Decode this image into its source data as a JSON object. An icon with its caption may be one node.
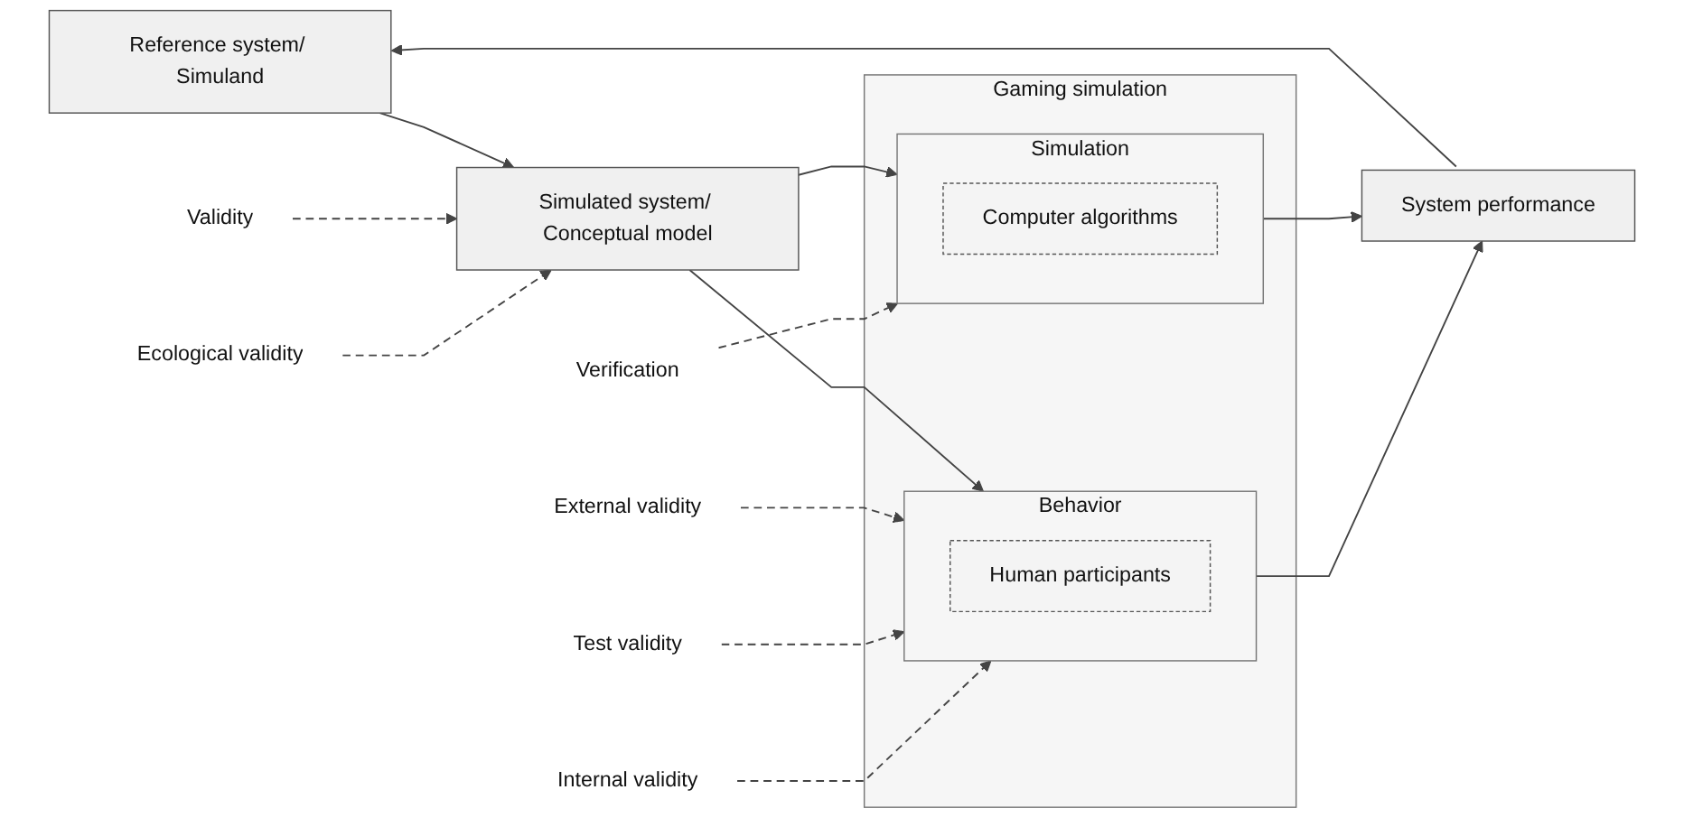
{
  "diagram": {
    "nodes": [
      {
        "text": [
          "Reference system/ Simuland"
        ]
      },
      {
        "text": [
          "Validity"
        ]
      },
      {
        "text": [
          "Simulated system/ Conceptual model"
        ]
      },
      {
        "text": [
          "Ecological validity"
        ]
      },
      {
        "text": [
          "Verification"
        ]
      },
      {
        "text": [
          "Gaming simulation"
        ]
      },
      {
        "text": [
          "Simulation"
        ],
        "in": 5
      },
      {
        "text": [
          "Computer algorithms"
        ],
        "in": 6
      },
      {
        "text": [
          "Behavior"
        ],
        "in": 5
      },
      {
        "text": [
          "Human participants"
        ],
        "in": 8
      },
      {
        "text": [
          "External validity"
        ]
      },
      {
        "text": [
          "Test validity"
        ]
      },
      {
        "text": [
          "Internal validity"
        ]
      },
      {
        "text": [
          "System performance"
        ]
      }
    ],
    "edges": [
      {
        "from": 0,
        "to": 2,
        "arrow": "to"
      },
      {
        "from": 1,
        "to": 2,
        "arrow": "to",
        "style": "dashed"
      },
      {
        "from": 3,
        "to": 2,
        "arrow": "to",
        "style": "dashed"
      },
      {
        "from": 2,
        "to": 6,
        "arrow": "to"
      },
      {
        "from": 2,
        "to": 8,
        "arrow": "to"
      },
      {
        "from": 4,
        "to": 6,
        "arrow": "to",
        "style": "dashed"
      },
      {
        "from": 6,
        "to": 13,
        "arrow": "to"
      },
      {
        "from": 8,
        "to": 13,
        "arrow": "to"
      },
      {
        "from": 10,
        "to": 8,
        "arrow": "to",
        "style": "dashed"
      },
      {
        "from": 11,
        "to": 8,
        "arrow": "to",
        "style": "dashed"
      },
      {
        "from": 12,
        "to": 8,
        "arrow": "to",
        "style": "dashed"
      },
      {
        "from": 13,
        "to": 0,
        "arrow": "to"
      }
    ]
  }
}
